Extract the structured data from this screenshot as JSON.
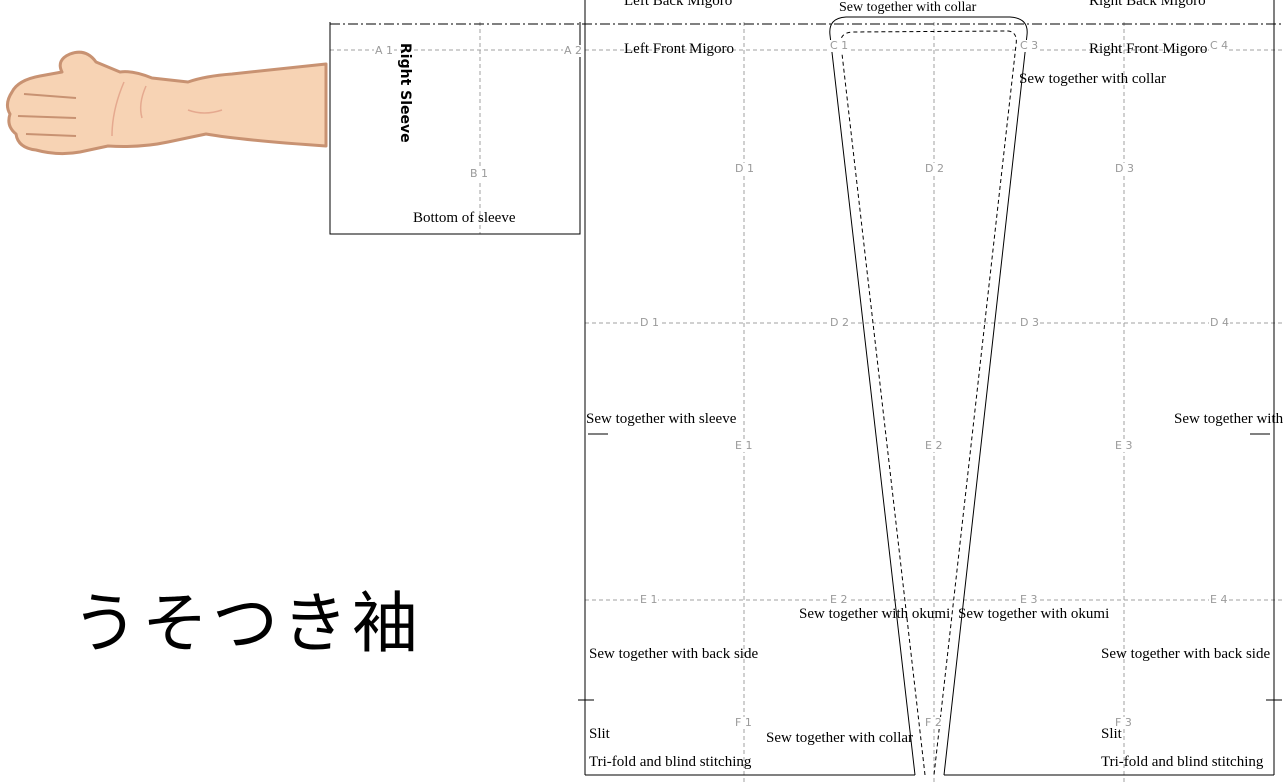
{
  "title": "うそつき袖",
  "sleeve_piece": {
    "label": "Right Sleeve",
    "bottom_label": "Bottom of sleeve",
    "grid_labels": [
      "A 1",
      "A 2",
      "B 1"
    ]
  },
  "migoro_labels": {
    "left_back": "Left Back Migoro",
    "right_back": "Right Back Migoro",
    "left_front": "Left Front Migoro",
    "right_front": "Right Front Migoro"
  },
  "instructions": {
    "collar_top": "Sew together with collar",
    "collar_right": "Sew together with collar",
    "sleeve_left": "Sew together with sleeve",
    "sleeve_right": "Sew together with sleeve",
    "okumi_left": "Sew together with okumi",
    "okumi_right": "Sew together with okumi",
    "back_side_left": "Sew together with back side",
    "back_side_right": "Sew together with back side",
    "collar_bottom": "Sew together with collar",
    "slit_left": "Slit",
    "slit_right": "Slit",
    "trifold_left": "Tri-fold and blind stitching",
    "trifold_right": "Tri-fold and blind stitching"
  },
  "grid_labels": {
    "c": [
      "C 1",
      "C 3",
      "C 4"
    ],
    "d_row1": [
      "D 1",
      "D 2",
      "D 3"
    ],
    "d_row2": [
      "D 1",
      "D 2",
      "D 3",
      "D 4"
    ],
    "e_row1": [
      "E 1",
      "E 2",
      "E 3"
    ],
    "e_row2": [
      "E 1",
      "E 2",
      "E 3",
      "E 4"
    ],
    "f": [
      "F 1",
      "F 2",
      "F 3"
    ]
  },
  "colors": {
    "cut_line": "#000000",
    "grid_line": "#a0a0a0",
    "grid_text": "#9a9a9a",
    "skin": "#f7d3b4",
    "skin_outline": "#c89272"
  },
  "icons": {
    "hand": "hand-illustration"
  }
}
